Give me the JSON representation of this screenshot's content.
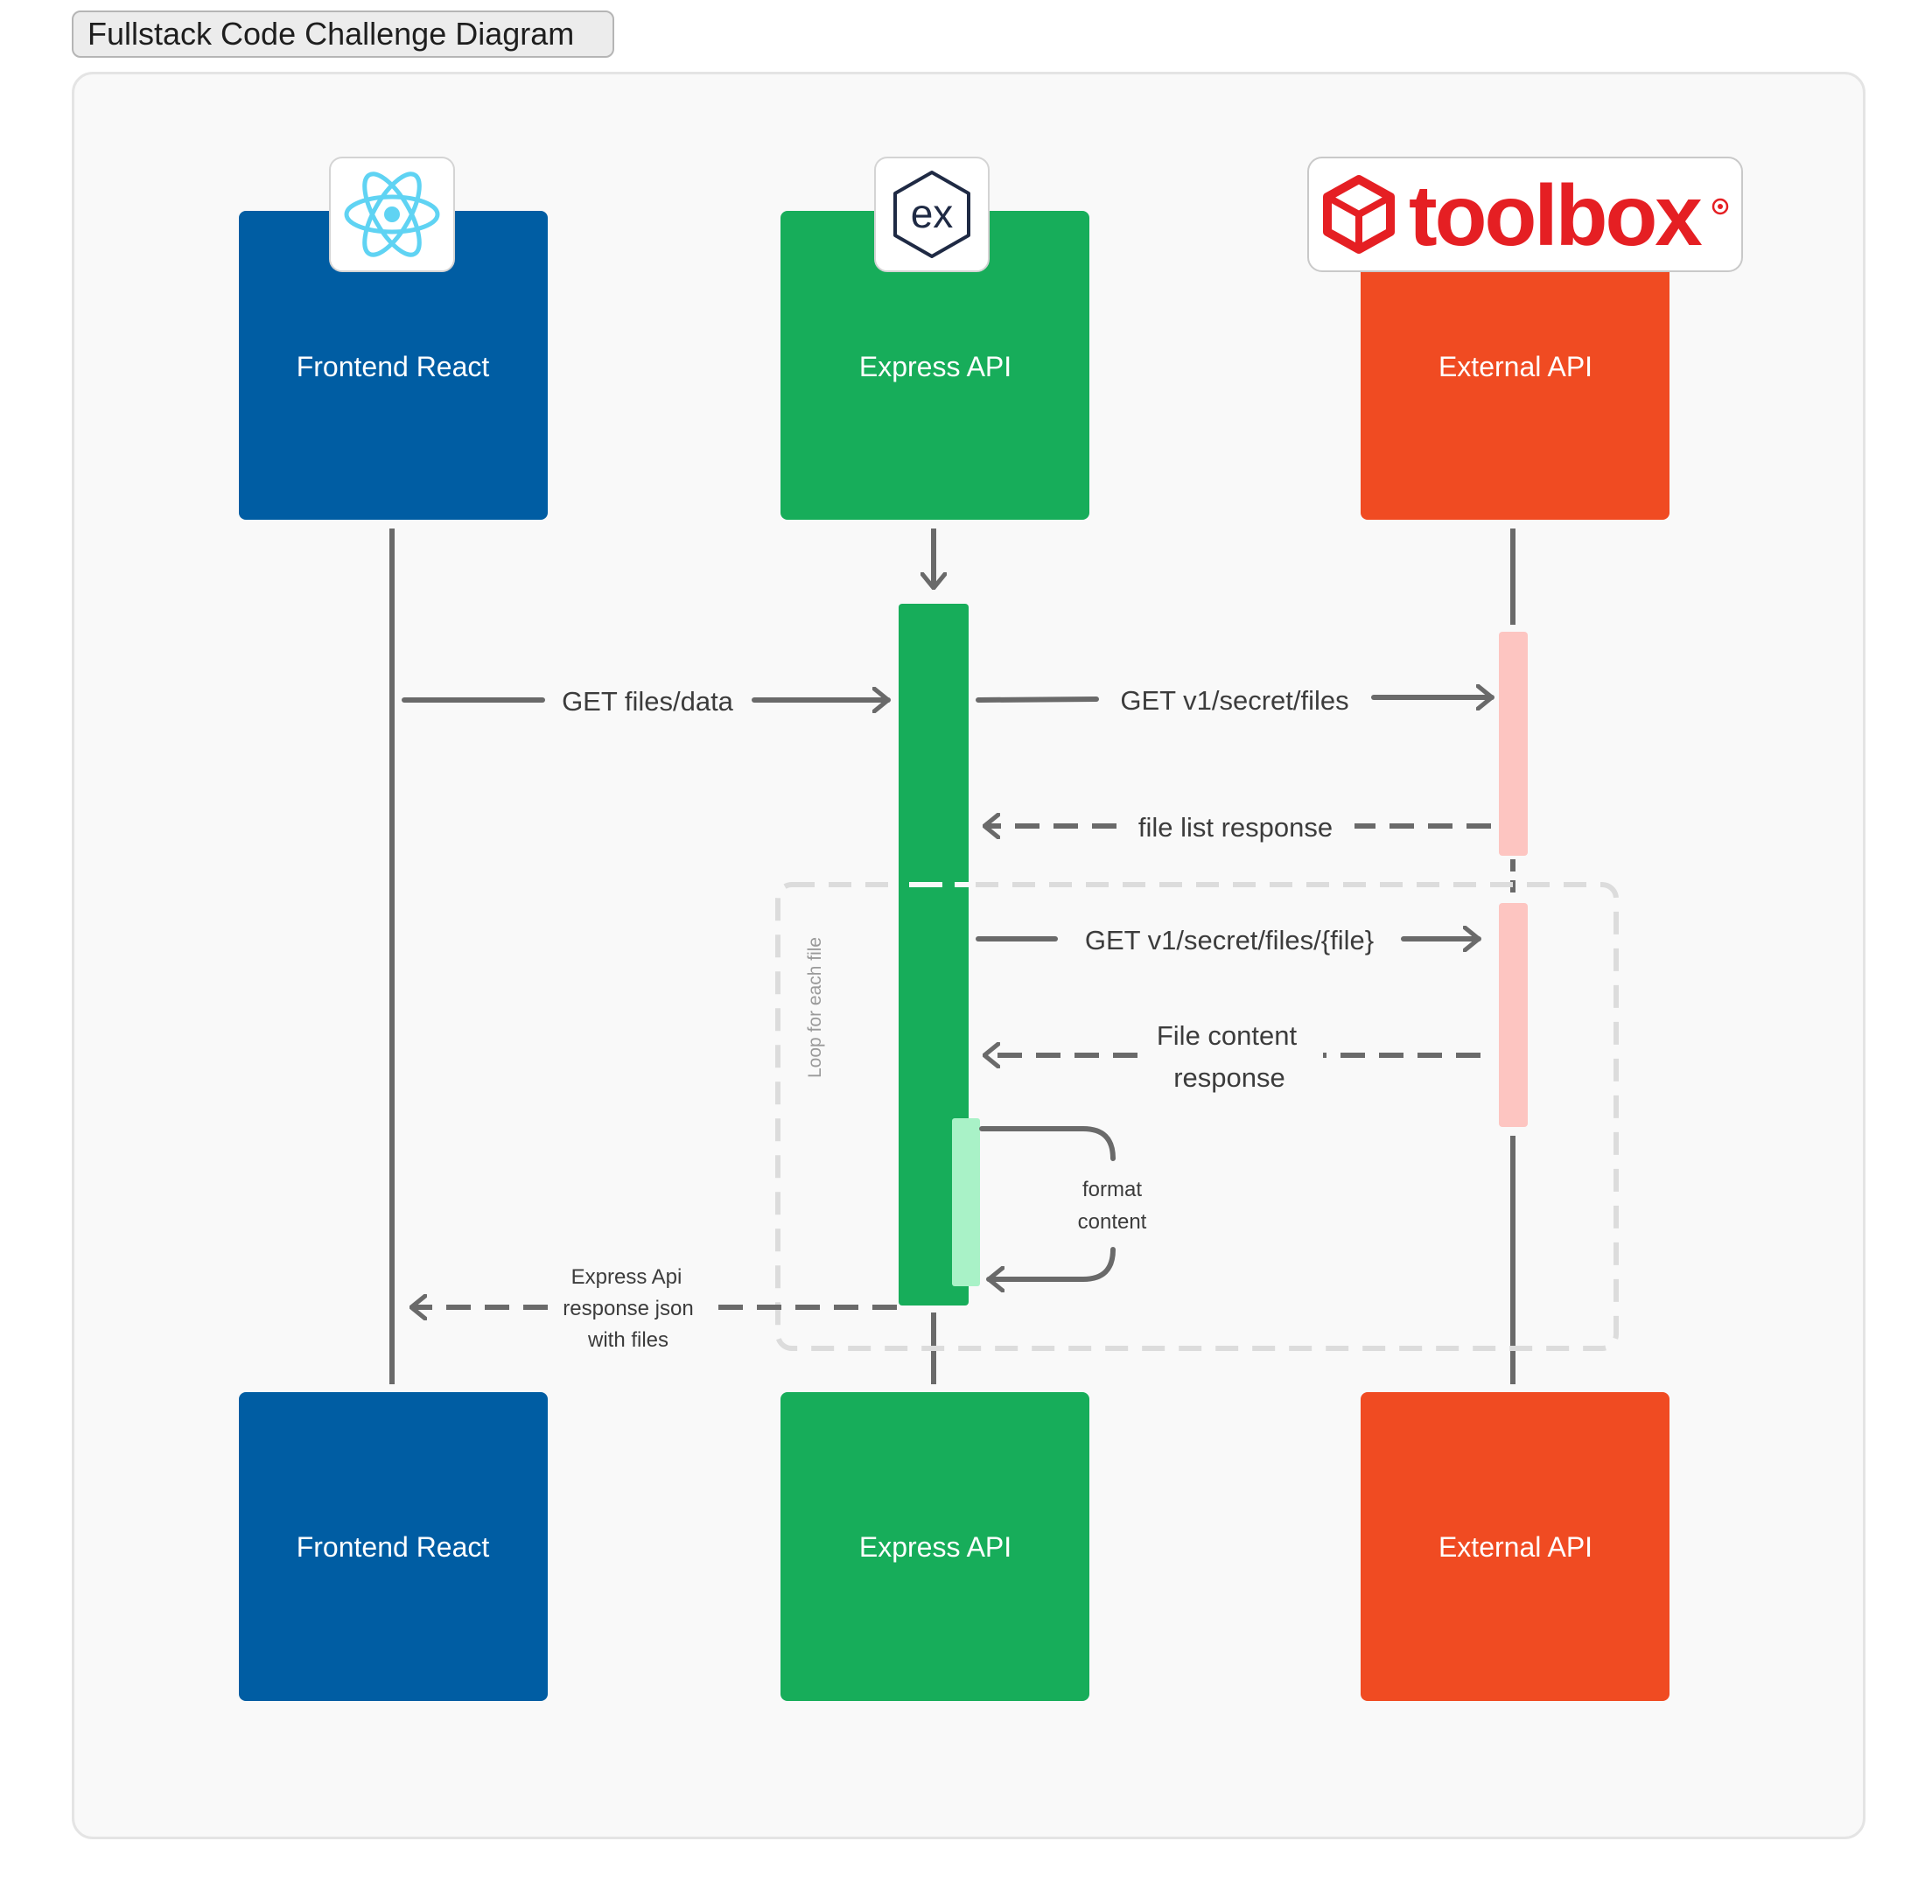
{
  "title": "Fullstack Code Challenge Diagram",
  "colors": {
    "frontend": "#005da3",
    "express": "#17ad5a",
    "external": "#f04b22",
    "external_activation": "#fdc5c1",
    "self_activation": "#a9f2c7",
    "connector": "#6a6a6a",
    "loop_border": "#dcdcdc",
    "react_logo": "#5fd3f3",
    "toolbox_logo": "#e51f23"
  },
  "participants": [
    {
      "id": "frontend",
      "label": "Frontend React",
      "icon": "react-logo-icon"
    },
    {
      "id": "express",
      "label": "Express API",
      "icon": "express-logo-icon",
      "icon_text": "ex"
    },
    {
      "id": "external",
      "label": "External API",
      "icon": "toolbox-logo-icon",
      "icon_text": "toolbox"
    }
  ],
  "messages": {
    "get_files_data": "GET files/data",
    "get_secret_files": "GET v1/secret/files",
    "file_list_response": "file list response",
    "get_secret_file": "GET v1/secret/files/{file}",
    "file_content_response_line1": "File content",
    "file_content_response_line2": "response",
    "format_content_line1": "format",
    "format_content_line2": "content",
    "express_response_line1": "Express Api",
    "express_response_line2": "response json",
    "express_response_line3": "with files"
  },
  "loop_label": "Loop for each file"
}
